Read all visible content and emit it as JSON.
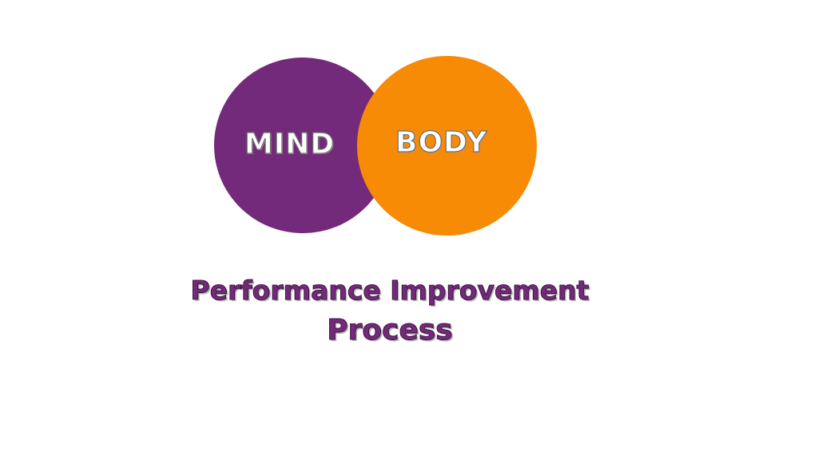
{
  "diagram": {
    "circles": [
      {
        "label": "MIND",
        "color": "#742a7a"
      },
      {
        "label": "BODY",
        "color": "#f78b06"
      }
    ],
    "title": {
      "line1": "Performance Improvement",
      "line2": "Process",
      "color": "#742a7a"
    }
  }
}
